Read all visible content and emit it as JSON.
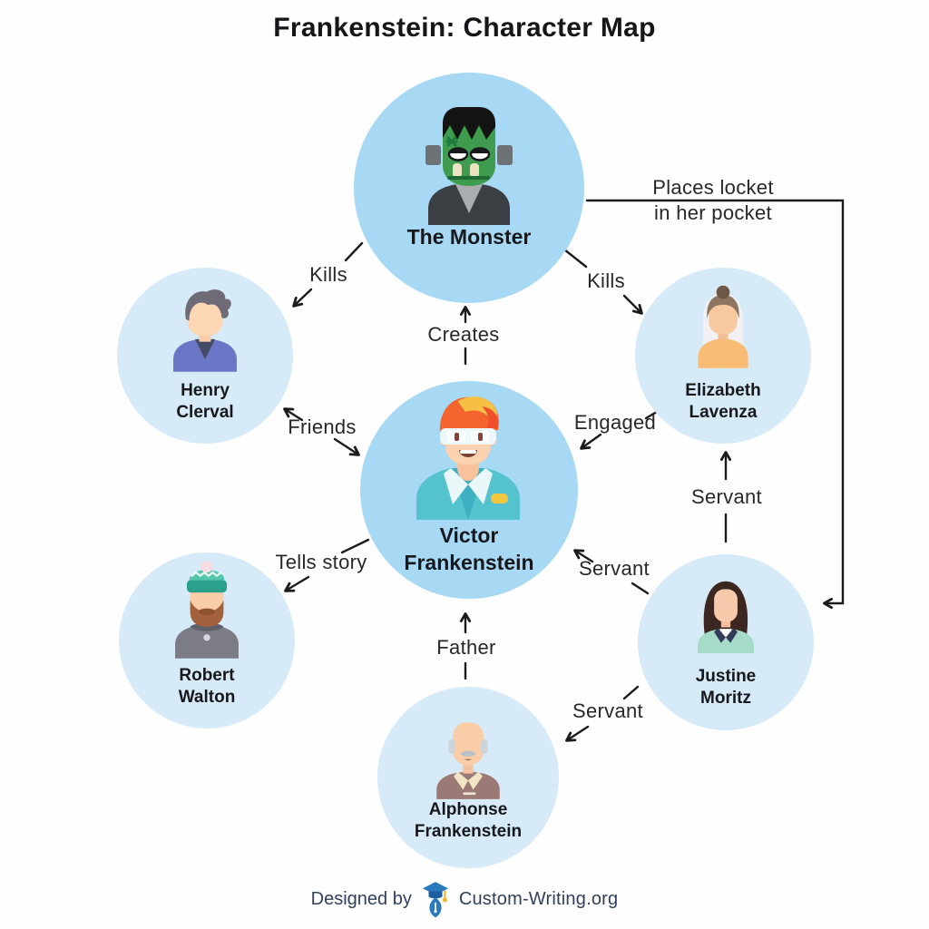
{
  "title": "Frankenstein: Character Map",
  "nodes": {
    "monster": {
      "name": "The Monster"
    },
    "victor": {
      "name": "Victor Frankenstein"
    },
    "henry": {
      "name": "Henry Clerval"
    },
    "elizabeth": {
      "name": "Elizabeth Lavenza"
    },
    "robert": {
      "name": "Robert Walton"
    },
    "justine": {
      "name": "Justine Moritz"
    },
    "alphonse": {
      "name": "Alphonse Frankenstein"
    }
  },
  "edges": {
    "creates": {
      "label": "Creates",
      "from": "Victor Frankenstein",
      "to": "The Monster",
      "direction": "one-way"
    },
    "kills_henry": {
      "label": "Kills",
      "from": "The Monster",
      "to": "Henry Clerval",
      "direction": "one-way"
    },
    "kills_elizabeth": {
      "label": "Kills",
      "from": "The Monster",
      "to": "Elizabeth Lavenza",
      "direction": "one-way"
    },
    "friends": {
      "label": "Friends",
      "from": "Victor Frankenstein",
      "to": "Henry Clerval",
      "direction": "two-way"
    },
    "engaged": {
      "label": "Engaged",
      "from": "Victor Frankenstein",
      "to": "Elizabeth Lavenza",
      "direction": "two-way"
    },
    "tells_story": {
      "label": "Tells story",
      "from": "Victor Frankenstein",
      "to": "Robert Walton",
      "direction": "one-way"
    },
    "father": {
      "label": "Father",
      "from": "Alphonse Frankenstein",
      "to": "Victor Frankenstein",
      "direction": "one-way"
    },
    "servant_of_victor": {
      "label": "Servant",
      "from": "Justine Moritz",
      "to": "Victor Frankenstein",
      "direction": "one-way"
    },
    "servant_of_elizabeth": {
      "label": "Servant",
      "from": "Justine Moritz",
      "to": "Elizabeth Lavenza",
      "direction": "one-way"
    },
    "servant_of_alphonse": {
      "label": "Servant",
      "from": "Justine Moritz",
      "to": "Alphonse Frankenstein",
      "direction": "one-way"
    },
    "places_locket": {
      "label": "Places locket\nin her pocket",
      "from": "The Monster",
      "to": "Justine Moritz",
      "direction": "one-way"
    }
  },
  "footer": {
    "designed_by": "Designed by",
    "brand": "Custom-Writing.org"
  },
  "colors": {
    "main_circle": "#a7d8f4",
    "satellite_circle": "#d7eaf8",
    "line": "#1b1b1b",
    "brand_blue": "#2a79bd"
  }
}
